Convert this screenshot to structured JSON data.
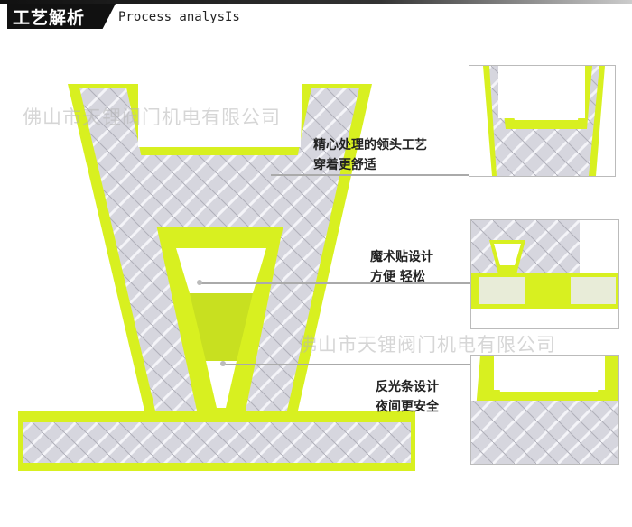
{
  "header": {
    "title": "工艺解析",
    "subtitle": "Process analysIs"
  },
  "callouts": [
    {
      "line1": "精心处理的领头工艺",
      "line2": "穿着更舒适"
    },
    {
      "line1": "魔术贴设计",
      "line2": "方便 轻松"
    },
    {
      "line1": "反光条设计",
      "line2": "夜间更安全"
    }
  ],
  "watermark": "佛山市天锂阀门机电有限公司",
  "colors": {
    "fluorescent": "#d8f020",
    "reflective": "#dcdce4"
  }
}
